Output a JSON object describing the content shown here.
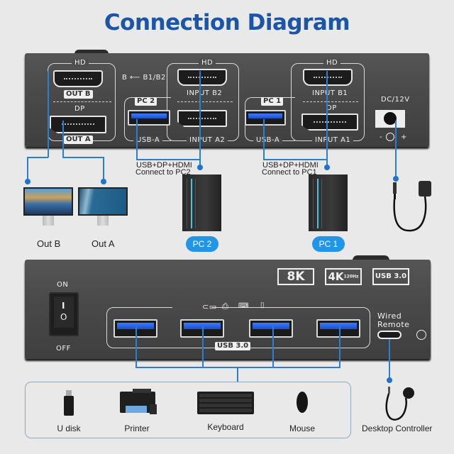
{
  "title": "Connection Diagram",
  "top_panel": {
    "out_group_label_hd": "HD",
    "out_group_label_dp": "DP",
    "out_b_tag": "OUT B",
    "out_a_tag": "OUT A",
    "switch_note": "B ⟵ B1/B2",
    "pc2_tag": "PC 2",
    "pc2_hd_label": "HD",
    "input_b2_label": "INPUT B2",
    "pc2_usb_label": "USB-A",
    "input_a2_label": "INPUT A2",
    "pc1_tag": "PC 1",
    "pc1_hd_label": "HD",
    "input_b1_label": "INPUT B1",
    "pc1_dp_label": "DP",
    "pc1_usb_label": "USB-A",
    "input_a1_label": "INPUT A1",
    "dc_label": "DC/12V",
    "polarity_minus": "-",
    "polarity_plus": "+"
  },
  "connections": {
    "pc2_note_line1": "USB+DP+HDMI",
    "pc2_note_line2": "Connect to PC2",
    "pc1_note_line1": "USB+DP+HDMI",
    "pc1_note_line2": "Connect to PC1",
    "monitor_b_label": "Out B",
    "monitor_a_label": "Out A",
    "pc2_pill": "PC 2",
    "pc1_pill": "PC 1"
  },
  "bottom_panel": {
    "on_label": "ON",
    "off_label": "OFF",
    "switch_on_glyph": "I",
    "switch_off_glyph": "O",
    "badge_8k": "8K",
    "badge_4k": "4K",
    "badge_4k_sub": "120Hz",
    "badge_usb": "USB 3.0",
    "usb_hub_tag": "USB 3.0",
    "wired_remote_line1": "Wired",
    "wired_remote_line2": "Remote"
  },
  "devices": [
    {
      "label": "U disk",
      "icon": "usb-drive-icon"
    },
    {
      "label": "Printer",
      "icon": "printer-icon"
    },
    {
      "label": "Keyboard",
      "icon": "keyboard-icon"
    },
    {
      "label": "Mouse",
      "icon": "mouse-icon"
    }
  ],
  "desktop_controller_label": "Desktop Controller",
  "colors": {
    "title": "#1a55a8",
    "wire": "#2b7fd0",
    "pill": "#2196e8",
    "panel": "#4a4a4a",
    "usb_blue": "#2f6af0"
  }
}
